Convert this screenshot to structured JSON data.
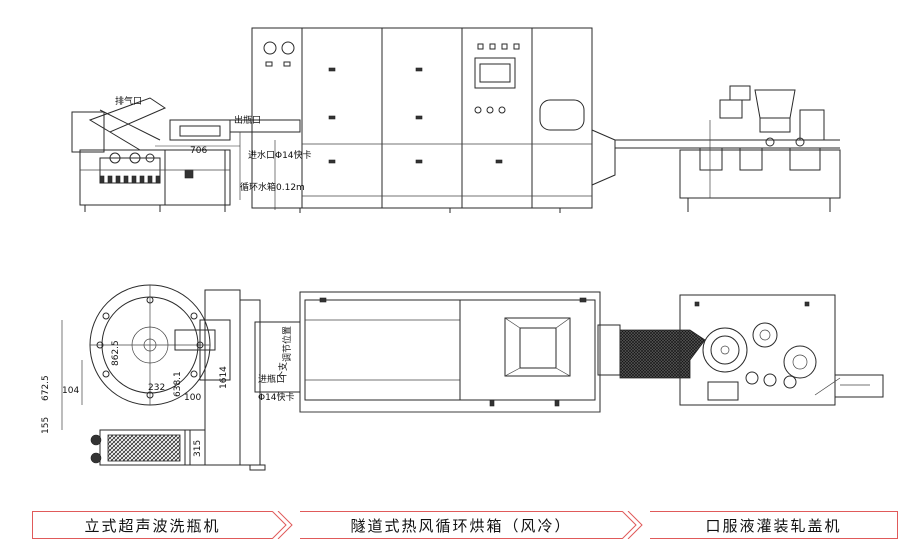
{
  "elevation": {
    "labels": {
      "exhaust_port": "排气口",
      "bottle_out": "出瓶口",
      "water_inlet": "进水口Φ14快卡",
      "circulating_water": "循环水箱0.12m"
    },
    "dimensions": {
      "conveyor_length": "706"
    }
  },
  "plan": {
    "labels": {
      "adjust_position": "调节位置",
      "bottle_in": "进瓶口",
      "branch": "个支",
      "inlet_quick": "Φ14快卡"
    },
    "dimensions": {
      "d_862_5": "862.5",
      "d_672_5": "672.5",
      "d_104": "104",
      "d_155": "155",
      "d_232": "232",
      "d_638_1": "638.1",
      "d_100": "100",
      "d_1614": "1614",
      "d_315": "315"
    }
  },
  "process": {
    "steps": [
      "立式超声波洗瓶机",
      "隧道式热风循环烘箱（风冷）",
      "口服液灌装轧盖机"
    ],
    "accent_color": "#e05a5a"
  }
}
